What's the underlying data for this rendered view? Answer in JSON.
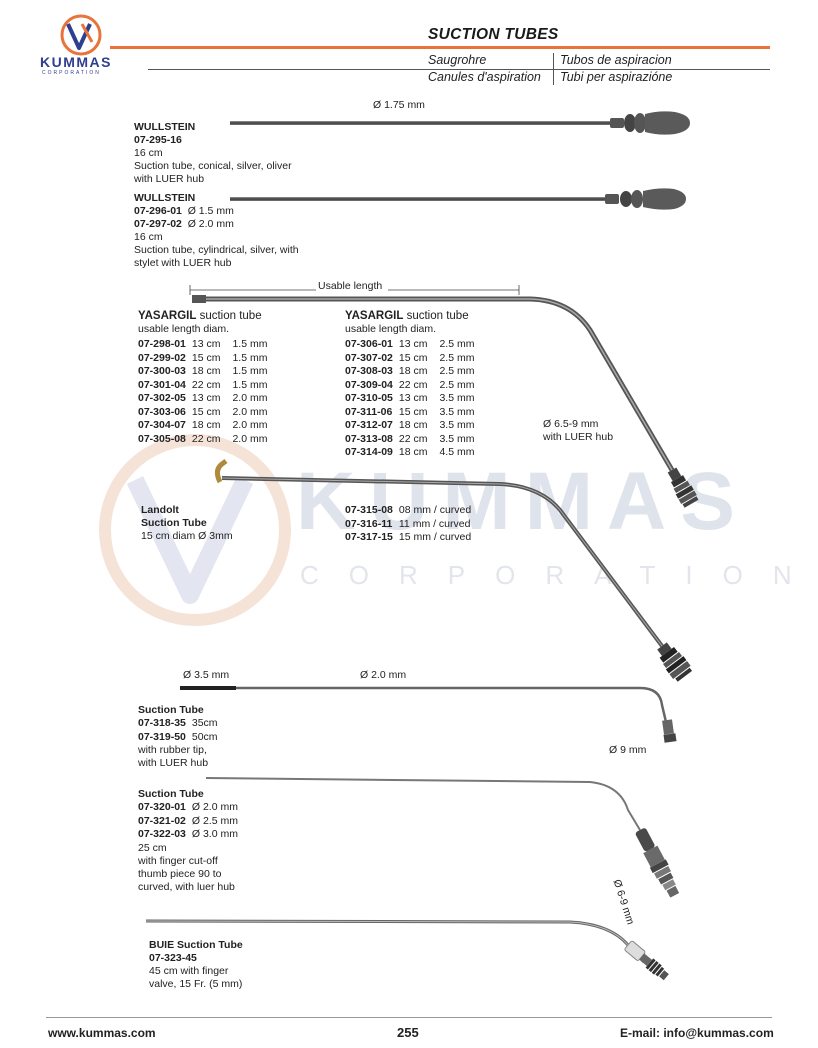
{
  "brand": {
    "name": "KUMMAS",
    "tagline": "CORPORATION",
    "colors": {
      "orange": "#e8743b",
      "blue": "#2f3f8f"
    }
  },
  "header": {
    "title": "SUCTION TUBES",
    "sub_de": "Saugrohre",
    "sub_es": "Tubos de aspiracion",
    "sub_fr": "Canules d'aspiration",
    "sub_it": "Tubi per aspirazióne"
  },
  "watermark": {
    "line1": "KUMMAS",
    "line2": "CORPORATION"
  },
  "items": {
    "wullstein1": {
      "name": "WULLSTEIN",
      "code": "07-295-16",
      "length": "16 cm",
      "desc1": "Suction tube, conical, silver, oliver",
      "desc2": "with LUER hub",
      "diameter_label": "Ø 1.75 mm"
    },
    "wullstein2": {
      "name": "WULLSTEIN",
      "codes": [
        {
          "code": "07-296-01",
          "size": "Ø 1.5 mm"
        },
        {
          "code": "07-297-02",
          "size": "Ø 2.0 mm"
        }
      ],
      "length": "16 cm",
      "desc1": "Suction tube, cylindrical, silver, with",
      "desc2": "stylet with LUER hub"
    },
    "yasargil": {
      "usable_length_label": "Usable length",
      "heading_bold": "YASARGIL",
      "heading_rest": " suction tube",
      "subheading": "usable length diam.",
      "left_rows": [
        {
          "code": "07-298-01",
          "len": "13 cm",
          "diam": "1.5 mm"
        },
        {
          "code": "07-299-02",
          "len": "15 cm",
          "diam": "1.5 mm"
        },
        {
          "code": "07-300-03",
          "len": "18 cm",
          "diam": "1.5 mm"
        },
        {
          "code": "07-301-04",
          "len": "22 cm",
          "diam": "1.5 mm"
        },
        {
          "code": "07-302-05",
          "len": "13 cm",
          "diam": "2.0 mm"
        },
        {
          "code": "07-303-06",
          "len": "15 cm",
          "diam": "2.0 mm"
        },
        {
          "code": "07-304-07",
          "len": "18 cm",
          "diam": "2.0 mm"
        },
        {
          "code": "07-305-08",
          "len": "22 cm",
          "diam": "2.0 mm"
        }
      ],
      "right_rows": [
        {
          "code": "07-306-01",
          "len": "13 cm",
          "diam": "2.5 mm"
        },
        {
          "code": "07-307-02",
          "len": "15 cm",
          "diam": "2.5 mm"
        },
        {
          "code": "07-308-03",
          "len": "18 cm",
          "diam": "2.5 mm"
        },
        {
          "code": "07-309-04",
          "len": "22 cm",
          "diam": "2.5 mm"
        },
        {
          "code": "07-310-05",
          "len": "13 cm",
          "diam": "3.5 mm"
        },
        {
          "code": "07-311-06",
          "len": "15 cm",
          "diam": "3.5 mm"
        },
        {
          "code": "07-312-07",
          "len": "18 cm",
          "diam": "3.5 mm"
        },
        {
          "code": "07-313-08",
          "len": "22 cm",
          "diam": "3.5 mm"
        },
        {
          "code": "07-314-09",
          "len": "18 cm",
          "diam": "4.5 mm"
        }
      ],
      "hub_label1": "Ø 6.5-9 mm",
      "hub_label2": "with LUER hub"
    },
    "landolt": {
      "name1": "Landolt",
      "name2": "Suction Tube",
      "spec": "15 cm  diam Ø 3mm",
      "rows": [
        {
          "code": "07-315-08",
          "desc": "08 mm / curved"
        },
        {
          "code": "07-316-11",
          "desc": "11 mm / curved"
        },
        {
          "code": "07-317-15",
          "desc": "15 mm / curved"
        }
      ]
    },
    "suction_rubber": {
      "name": "Suction Tube",
      "rows": [
        {
          "code": "07-318-35",
          "desc": "35cm"
        },
        {
          "code": "07-319-50",
          "desc": "50cm"
        }
      ],
      "desc1": "with rubber tip,",
      "desc2": "with LUER hub",
      "d1": "Ø 3.5 mm",
      "d2": "Ø 2.0 mm",
      "d3": "Ø 9 mm"
    },
    "suction_finger": {
      "name": "Suction Tube",
      "rows": [
        {
          "code": "07-320-01",
          "desc": "Ø 2.0 mm"
        },
        {
          "code": "07-321-02",
          "desc": "Ø 2.5 mm"
        },
        {
          "code": "07-322-03",
          "desc": "Ø 3.0 mm"
        }
      ],
      "length": "25 cm",
      "desc1": "with finger cut-off",
      "desc2": "thumb piece 90 to",
      "desc3": "curved, with luer hub",
      "hub_label": "Ø 6-9 mm"
    },
    "buie": {
      "name": "BUIE Suction Tube",
      "code": "07-323-45",
      "desc1": "45 cm with finger",
      "desc2": "valve, 15 Fr. (5 mm)"
    }
  },
  "footer": {
    "website": "www.kummas.com",
    "page": "255",
    "email": "E-mail: info@kummas.com"
  }
}
